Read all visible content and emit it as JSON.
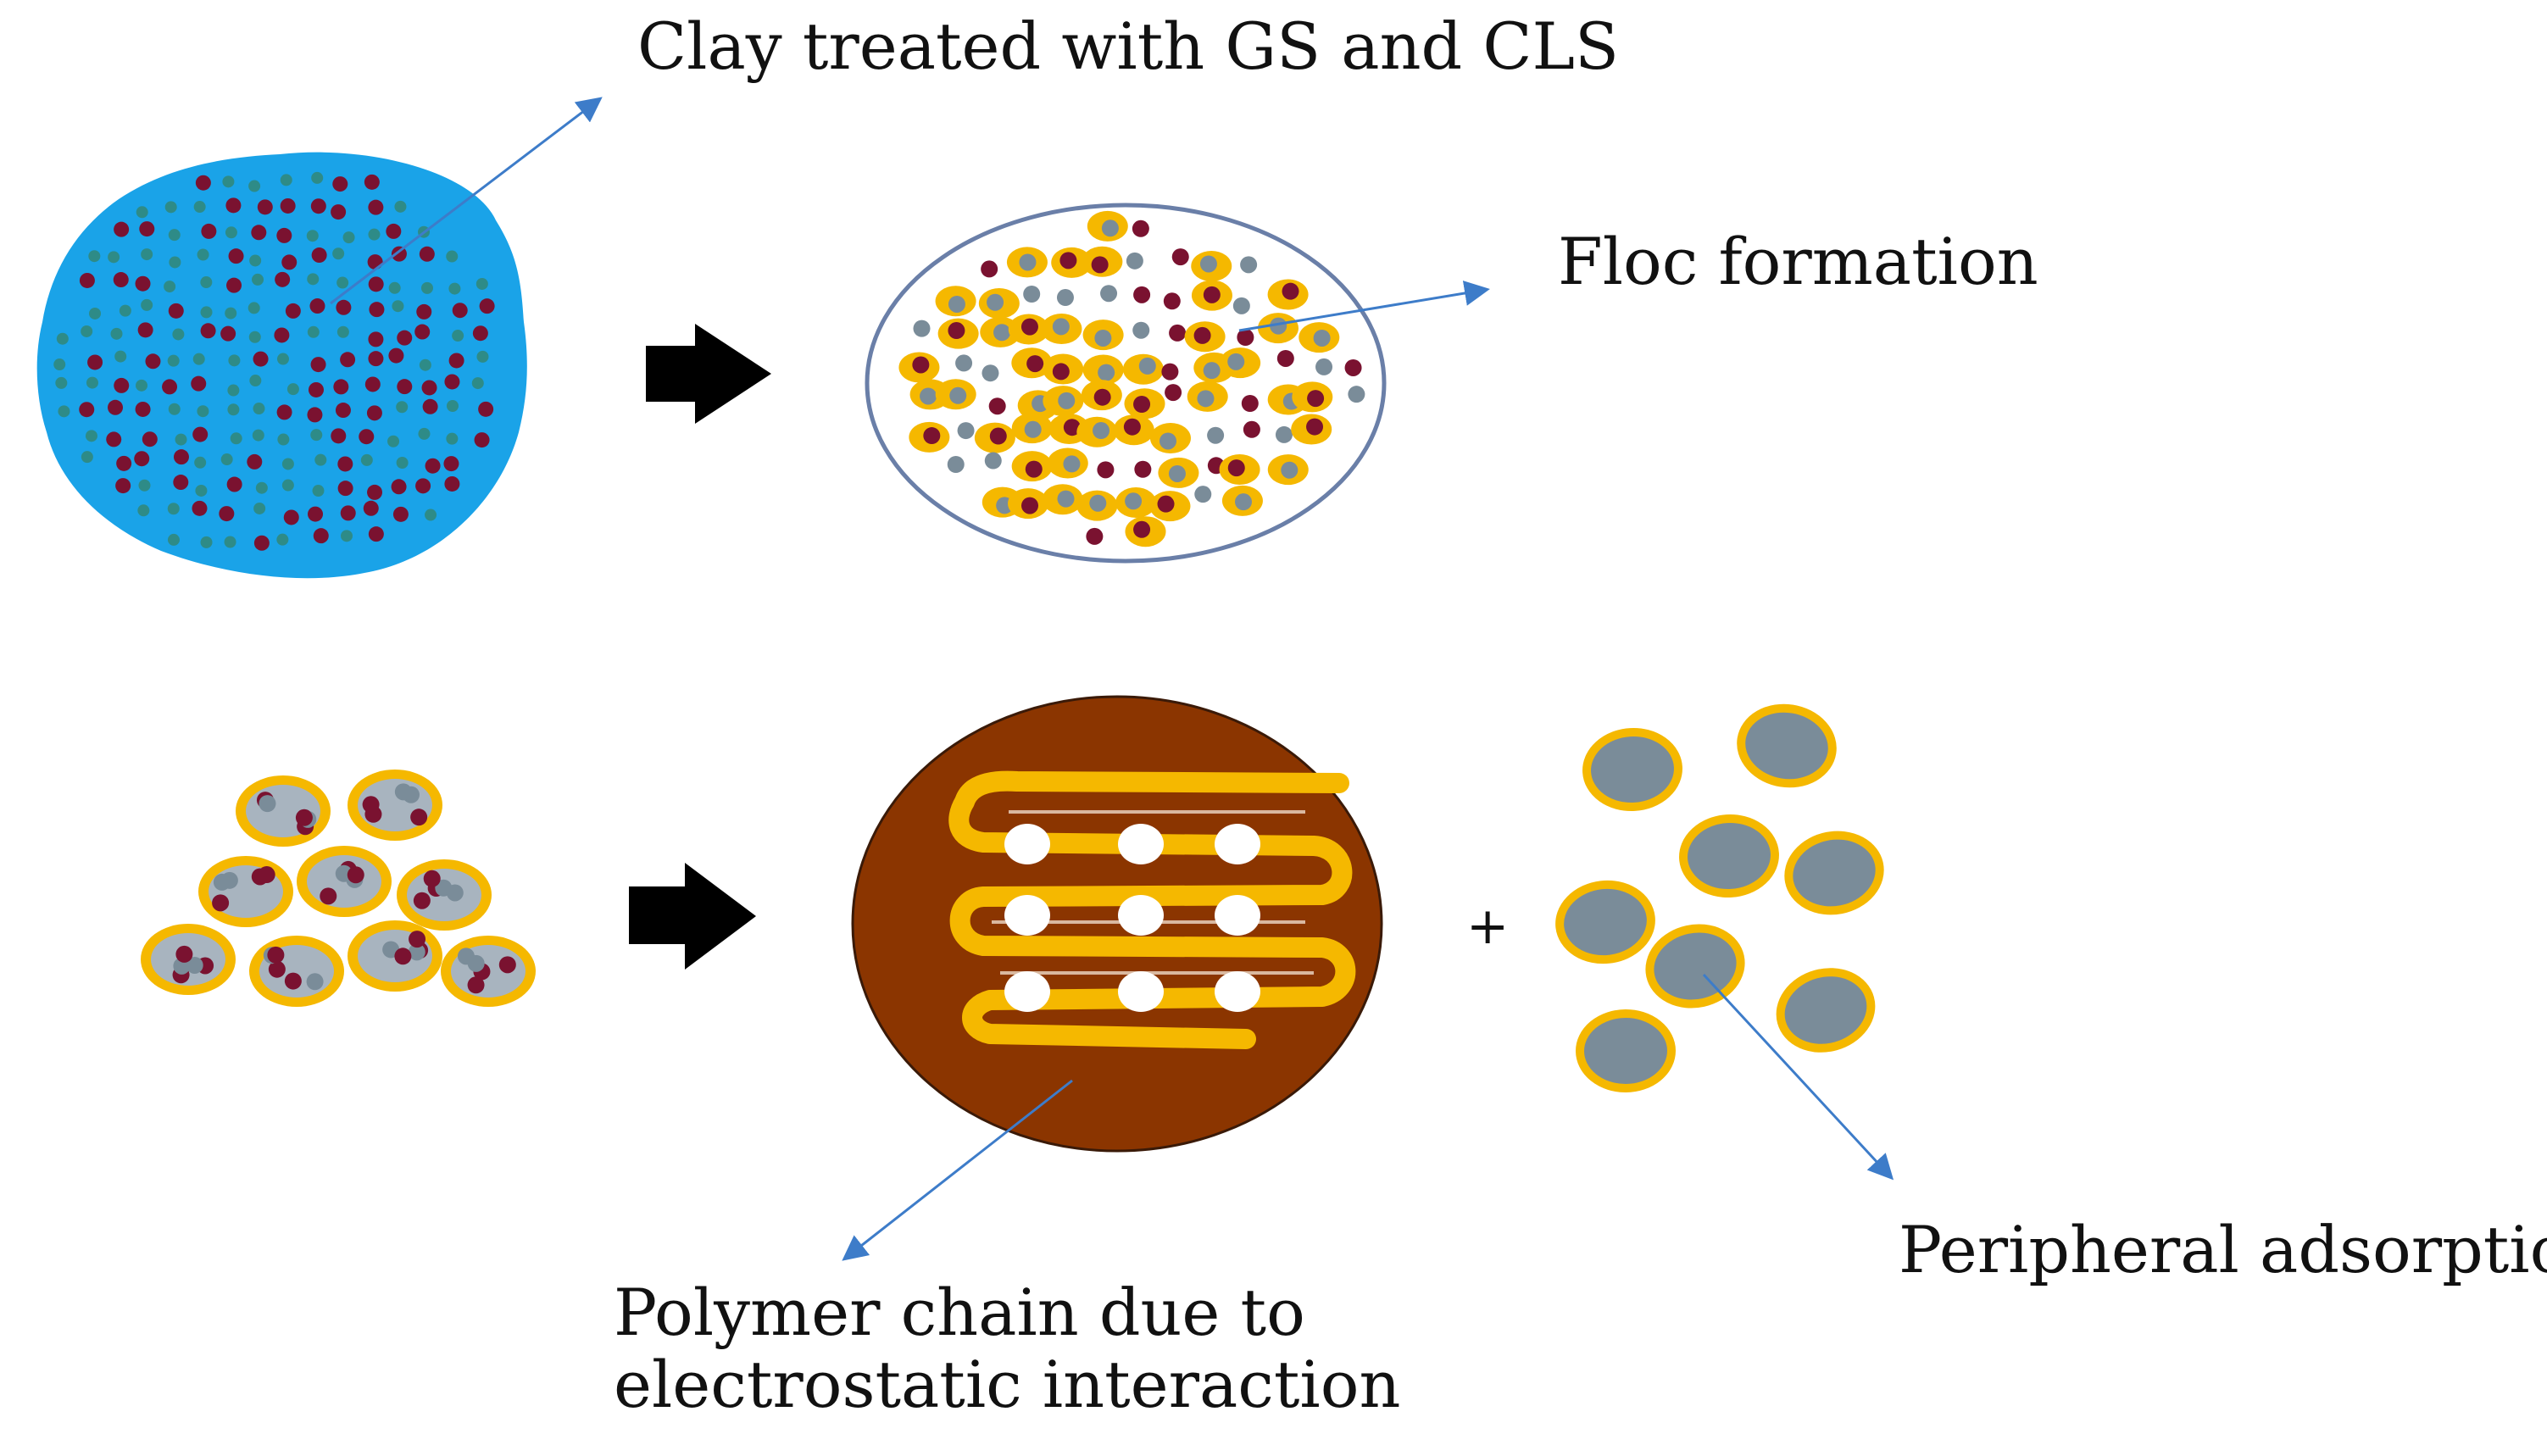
{
  "labels": {
    "clay_treated": "Clay treated with GS and CLS",
    "floc_formation": "Floc formation",
    "polymer_chain_line1": "Polymer chain due to",
    "polymer_chain_line2": "electrostatic interaction",
    "peripheral_adsorption": "Peripheral adsorption",
    "plus_sign": "+"
  },
  "colors": {
    "clay_blue": "#1aa3e8",
    "teal_particle": "#2e8b87",
    "maroon_particle": "#7a1230",
    "gray_particle": "#7a8c99",
    "yellow_coat": "#f5b800",
    "brown_disk": "#8b3500",
    "arrow_blue": "#3d7cc9",
    "arrow_black": "#000000"
  }
}
